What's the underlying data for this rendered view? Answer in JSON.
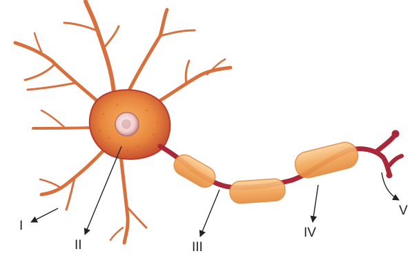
{
  "diagram": {
    "labels": [
      "I",
      "II",
      "III",
      "IV",
      "V"
    ],
    "colors": {
      "body": "#e08a4a",
      "body_edge": "#c0452c",
      "dendrite": "#d8703e",
      "axon": "#a8283a",
      "sheath": "#f0a95a",
      "nucleus": "#f2d8d8",
      "arrow": "#222222"
    }
  }
}
